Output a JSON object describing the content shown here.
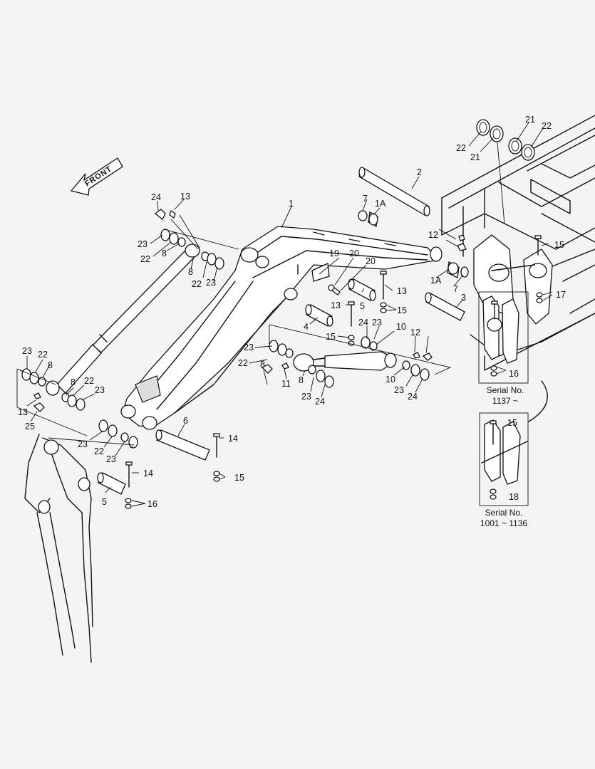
{
  "front_label": "FRONT",
  "callouts": [
    "1",
    "1A",
    "1A",
    "2",
    "3",
    "4",
    "5",
    "5",
    "6",
    "7",
    "7",
    "8",
    "8",
    "8",
    "8",
    "8",
    "8",
    "10",
    "10",
    "11",
    "12",
    "12",
    "13",
    "13",
    "13",
    "13",
    "14",
    "14",
    "15",
    "15",
    "15",
    "15",
    "15",
    "16",
    "16",
    "17",
    "18",
    "19",
    "20",
    "20",
    "21",
    "21",
    "22",
    "22",
    "22",
    "22",
    "22",
    "22",
    "22",
    "22",
    "23",
    "23",
    "23",
    "23",
    "23",
    "23",
    "23",
    "23",
    "23",
    "23",
    "24",
    "24",
    "24",
    "24",
    "25"
  ],
  "inset_upper": {
    "title": "Serial No.",
    "range": "1137 ~"
  },
  "inset_lower": {
    "title": "Serial No.",
    "range": "1001 ~ 1136"
  }
}
